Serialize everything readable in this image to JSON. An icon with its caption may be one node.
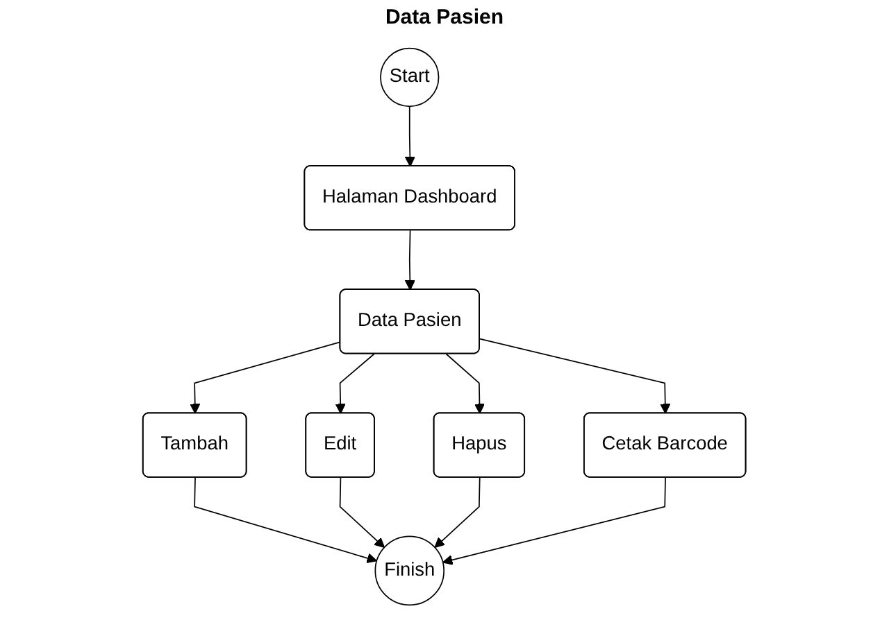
{
  "diagram": {
    "title": "Data Pasien",
    "nodes": [
      {
        "text": [
          "Start"
        ]
      },
      {
        "text": [
          "Halaman Dashboard"
        ]
      },
      {
        "text": [
          "Data Pasien"
        ]
      },
      {
        "text": [
          "Tambah"
        ]
      },
      {
        "text": [
          "Edit"
        ]
      },
      {
        "text": [
          "Hapus"
        ]
      },
      {
        "text": [
          "Cetak Barcode"
        ]
      },
      {
        "text": [
          "Finish"
        ]
      }
    ],
    "edges": [
      {
        "from": 0,
        "to": 1,
        "arrow": "to"
      },
      {
        "from": 1,
        "to": 2,
        "arrow": "to"
      },
      {
        "from": 2,
        "to": 3,
        "arrow": "to"
      },
      {
        "from": 2,
        "to": 4,
        "arrow": "to"
      },
      {
        "from": 2,
        "to": 5,
        "arrow": "to"
      },
      {
        "from": 2,
        "to": 6,
        "arrow": "to"
      },
      {
        "from": 3,
        "to": 7,
        "arrow": "to"
      },
      {
        "from": 4,
        "to": 7,
        "arrow": "to"
      },
      {
        "from": 5,
        "to": 7,
        "arrow": "to"
      },
      {
        "from": 6,
        "to": 7,
        "arrow": "to"
      }
    ]
  }
}
